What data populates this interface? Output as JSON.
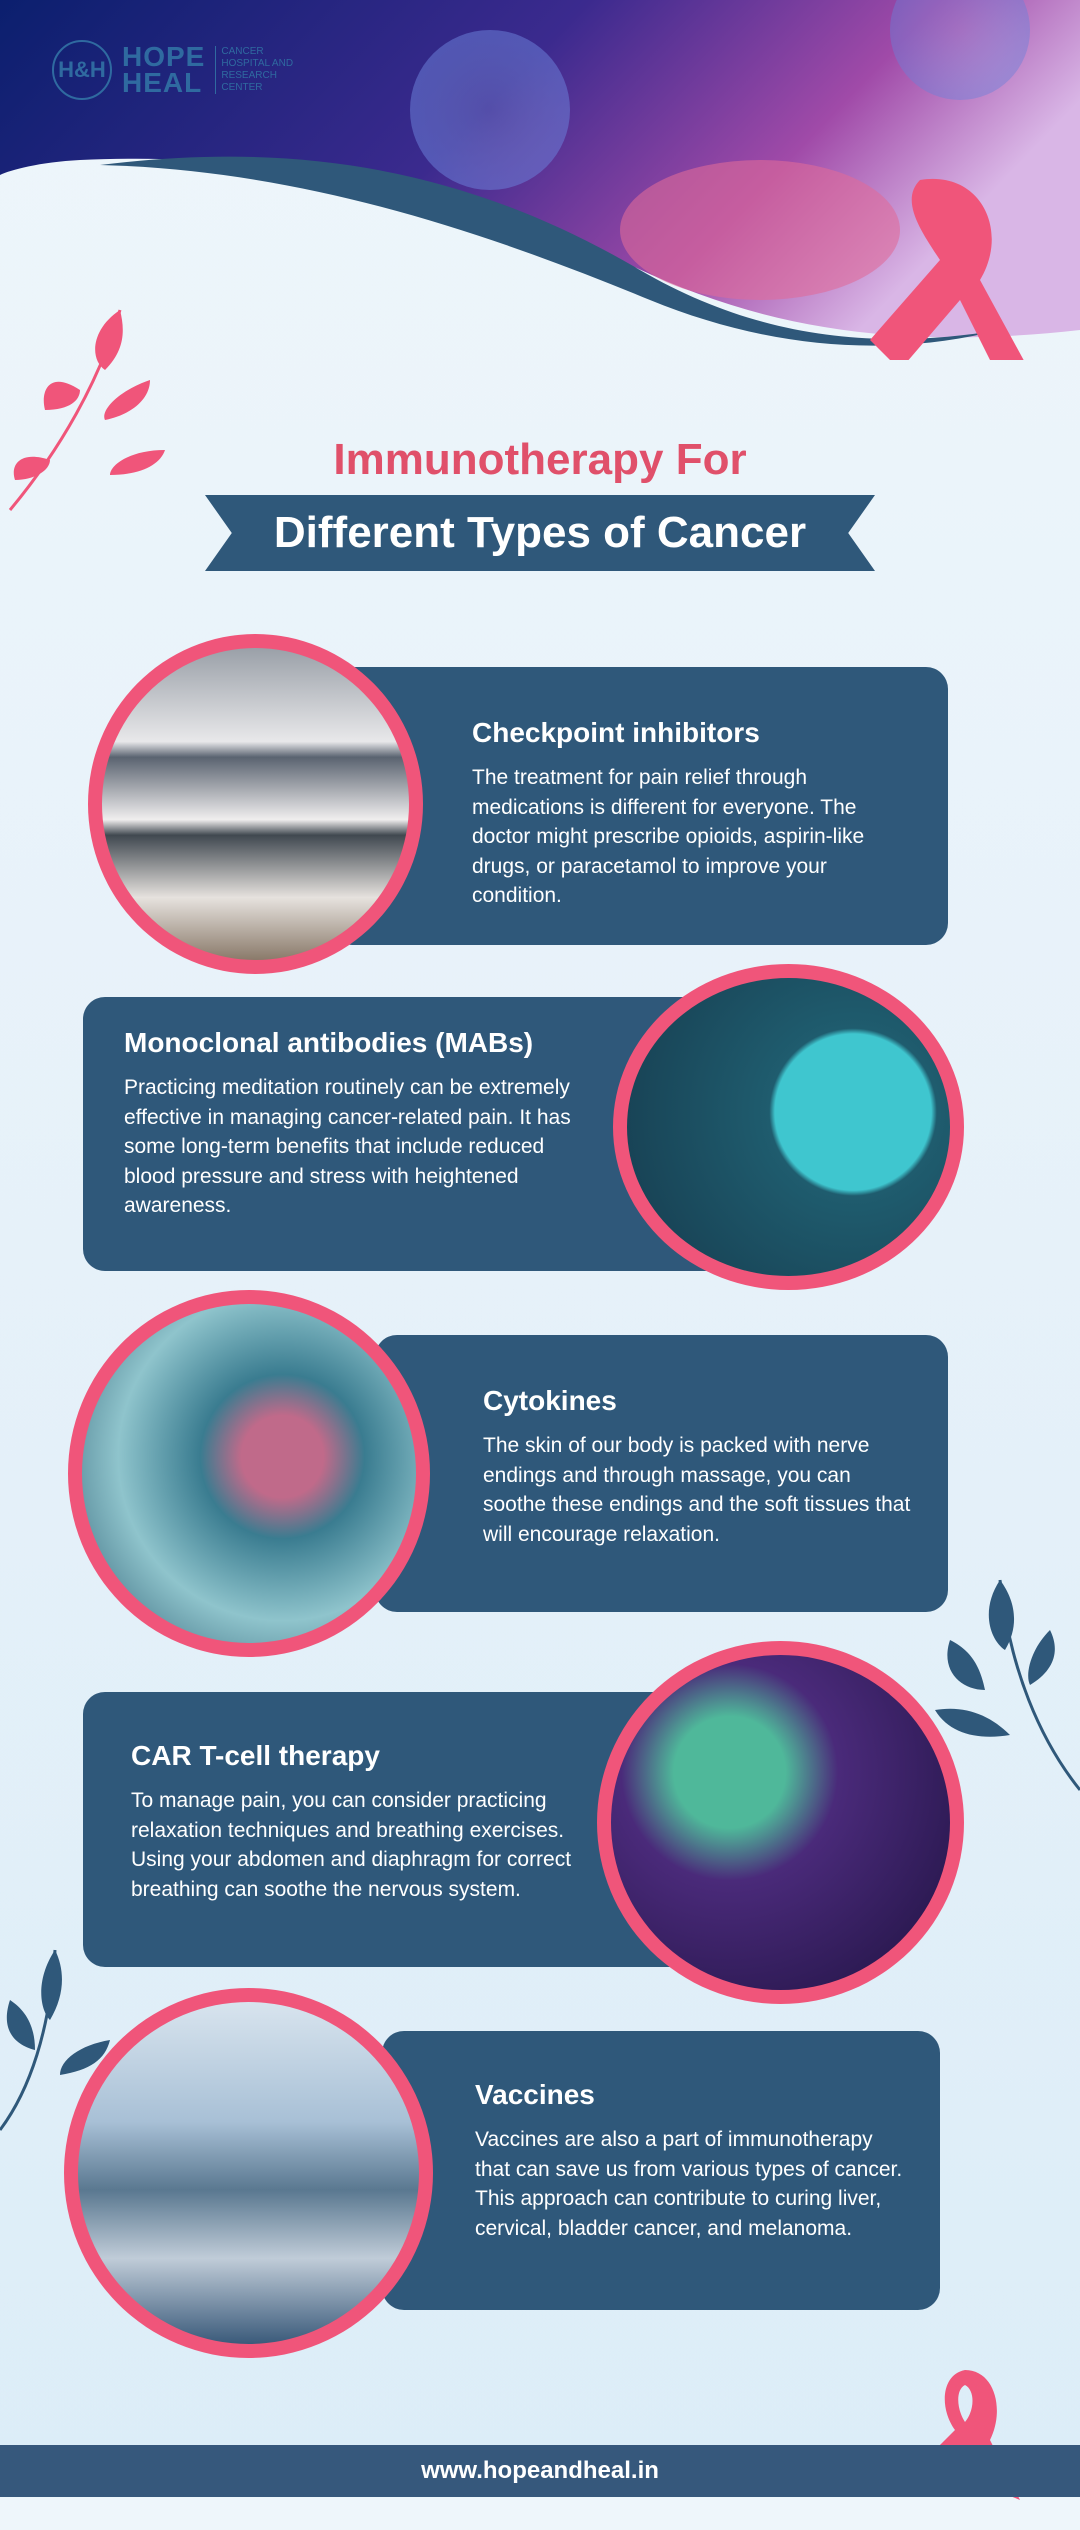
{
  "logo": {
    "mark": "H&H",
    "word_top": "HOPE",
    "word_bottom": "HEAL",
    "subtitle": "CANCER HOSPITAL AND RESEARCH CENTER"
  },
  "title": {
    "line1": "Immunotherapy For",
    "line2": "Different Types of Cancer"
  },
  "colors": {
    "accent_pink": "#f0557a",
    "title_pink": "#e0506a",
    "card_blue": "#2f587a",
    "footer_blue": "#36587c"
  },
  "sections": [
    {
      "title": "Checkpoint inhibitors",
      "body": "The treatment for pain relief through medications is different for everyone. The doctor might prescribe opioids, aspirin-like drugs, or paracetamol to improve your condition.",
      "image": "pharmacy-shelves"
    },
    {
      "title": "Monoclonal antibodies (MABs)",
      "body": "Practicing meditation routinely can be extremely effective in managing cancer-related pain. It has some long-term benefits that include reduced blood pressure and stress with heightened awareness.",
      "image": "syringes-and-viruses"
    },
    {
      "title": "Cytokines",
      "body": "The skin of our body is packed with nerve endings and through massage, you can soothe these endings and the soft tissues that will encourage relaxation.",
      "image": "molecules"
    },
    {
      "title": "CAR T-cell therapy",
      "body": "To manage pain, you can consider practicing relaxation techniques and breathing exercises. Using your abdomen and diaphragm for correct breathing can soothe the nervous system.",
      "image": "t-cell-virus"
    },
    {
      "title": "Vaccines",
      "body": "Vaccines are also a part of immunotherapy that can save us from various types of cancer. This approach can contribute to curing liver, cervical, bladder cancer, and melanoma.",
      "image": "vaccine-vials"
    }
  ],
  "footer": {
    "url": "www.hopeandheal.in"
  }
}
